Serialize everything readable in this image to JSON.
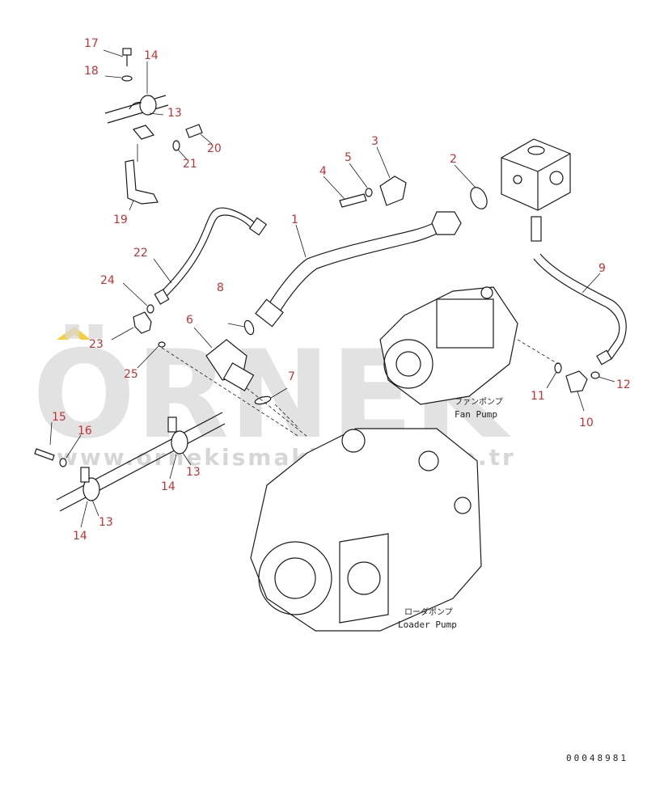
{
  "watermark": {
    "brand": "ÖRNEK",
    "url": "www.ornekismakinalari.com.tr",
    "accent_color": "#f5c518"
  },
  "labels": {
    "fan_pump_jp": "ファンポンプ",
    "fan_pump_en": "Fan Pump",
    "loader_pump_jp": "ローダポンプ",
    "loader_pump_en": "Loader Pump"
  },
  "document_number": "00048981",
  "part_numbers": {
    "p1": "1",
    "p2": "2",
    "p3": "3",
    "p4": "4",
    "p5": "5",
    "p6": "6",
    "p7": "7",
    "p8": "8",
    "p9": "9",
    "p10": "10",
    "p11": "11",
    "p12": "12",
    "p13a": "13",
    "p13b": "13",
    "p13c": "13",
    "p14a": "14",
    "p14b": "14",
    "p14c": "14",
    "p15": "15",
    "p16": "16",
    "p17": "17",
    "p18": "18",
    "p19": "19",
    "p20": "20",
    "p21": "21",
    "p22": "22",
    "p23": "23",
    "p24": "24",
    "p25": "25"
  },
  "colors": {
    "part_number": "#c83232",
    "line": "#1a1a1a",
    "watermark_gray": "#d9d9d9"
  }
}
